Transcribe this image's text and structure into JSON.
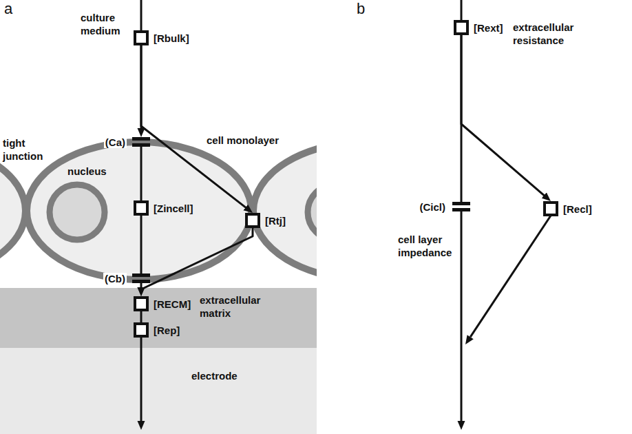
{
  "diagram": {
    "nodes": [
      {
        "text": [
          "[Rbulk]"
        ]
      },
      {
        "text": [
          "(Ca)"
        ]
      },
      {
        "text": [
          "[Zincell]"
        ]
      },
      {
        "text": [
          "[Rtj]"
        ]
      },
      {
        "text": [
          "(Cb)"
        ]
      },
      {
        "text": [
          "[RECM]"
        ]
      },
      {
        "text": [
          "[Rep]"
        ]
      },
      {
        "text": [
          "[Rext]"
        ]
      },
      {
        "text": [
          "(Cicl)"
        ]
      },
      {
        "text": [
          "[Recl]"
        ]
      }
    ],
    "edges": [
      {
        "from": 0,
        "to": 1,
        "arrow": "to"
      },
      {
        "from": 0,
        "to": 3,
        "arrow": "to"
      },
      {
        "from": 1,
        "to": 2,
        "arrow": "none"
      },
      {
        "from": 2,
        "to": 4,
        "arrow": "none"
      },
      {
        "from": 4,
        "to": 5,
        "arrow": "to"
      },
      {
        "from": 3,
        "to": 5,
        "arrow": "to"
      },
      {
        "from": 5,
        "to": 6,
        "arrow": "none"
      },
      {
        "from": 7,
        "to": 8,
        "arrow": "none"
      },
      {
        "from": 7,
        "to": 9,
        "arrow": "to"
      }
    ],
    "labels": [
      "a",
      "culture medium",
      "tight junction",
      "cell monolayer",
      "nucleus",
      "extracellular matrix",
      "electrode",
      "b",
      "extracellular resistance",
      "cell layer impedance"
    ]
  }
}
